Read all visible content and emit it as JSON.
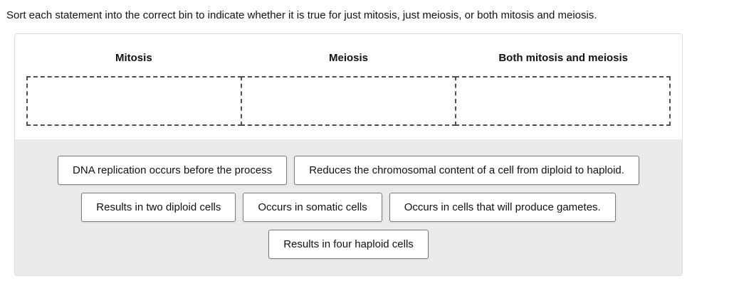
{
  "instruction": "Sort each statement into the correct bin to indicate whether it is true for just mitosis, just meiosis, or both mitosis and meiosis.",
  "bins": [
    {
      "label": "Mitosis"
    },
    {
      "label": "Meiosis"
    },
    {
      "label": "Both mitosis and meiosis"
    }
  ],
  "statements": [
    "DNA replication occurs before the process",
    "Reduces the chromosomal content of a cell from diploid to haploid.",
    "Results in two diploid cells",
    "Occurs in somatic cells",
    "Occurs in cells that will produce gametes.",
    "Results in four haploid cells"
  ],
  "colors": {
    "tray_background": "#ebebeb",
    "chip_border": "#7d7d7d",
    "bin_dashed_border": "#4f4f4f",
    "widget_border": "#dcdcdc",
    "text": "#111111"
  }
}
